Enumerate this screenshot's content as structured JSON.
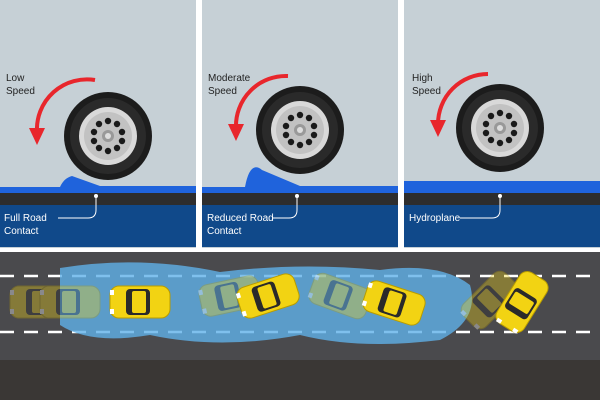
{
  "panels": [
    {
      "speed_label": "Low Speed",
      "speed_line1": "Low",
      "speed_line2": "Speed",
      "contact_line1": "Full Road",
      "contact_line2": "Contact"
    },
    {
      "speed_label": "Moderate Speed",
      "speed_line1": "Moderate",
      "speed_line2": "Speed",
      "contact_line1": "Reduced Road",
      "contact_line2": "Contact"
    },
    {
      "speed_label": "High Speed",
      "speed_line1": "High",
      "speed_line2": "Speed",
      "contact_line1": "Hydroplane",
      "contact_line2": ""
    }
  ],
  "colors": {
    "sky": "#c6d0d6",
    "water": "#1f63dc",
    "road": "#2d2d2d",
    "base": "#10498a",
    "arrow": "#e8262c",
    "car": "#f2d313",
    "asphalt": "#4a4a4d"
  }
}
